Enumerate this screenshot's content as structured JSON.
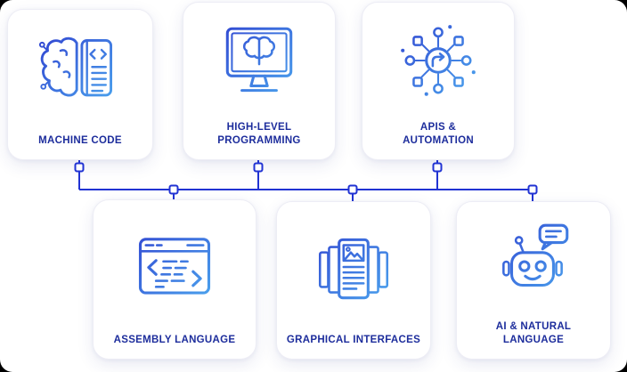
{
  "palette": {
    "icon_gradient_start": "#2f3ecf",
    "icon_gradient_end": "#4fb2f2",
    "label_color": "#1d2d9c",
    "timeline_color": "#2133d3",
    "card_background": "#ffffff",
    "page_frame": "#000000"
  },
  "cards": [
    {
      "label": "MACHINE CODE",
      "icon": "brain-code-icon",
      "row": "top"
    },
    {
      "label": "HIGH-LEVEL PROGRAMMING",
      "icon": "monitor-brain-icon",
      "row": "top"
    },
    {
      "label": "APIS & AUTOMATION",
      "icon": "network-hub-icon",
      "row": "top"
    },
    {
      "label": "ASSEMBLY LANGUAGE",
      "icon": "browser-code-icon",
      "row": "bottom"
    },
    {
      "label": "GRAPHICAL  INTERFACES",
      "icon": "stacked-windows-icon",
      "row": "bottom"
    },
    {
      "label": "AI & NATURAL LANGUAGE",
      "icon": "robot-chat-icon",
      "row": "bottom"
    }
  ]
}
